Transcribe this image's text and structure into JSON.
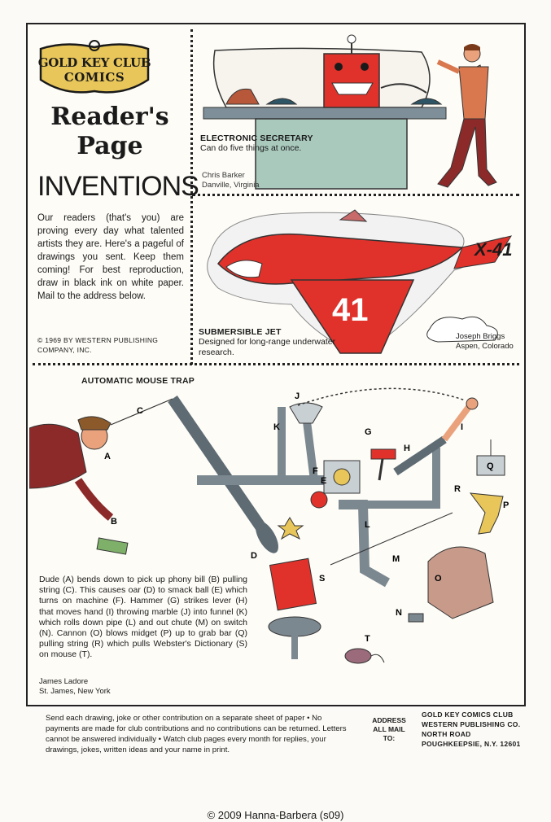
{
  "header": {
    "badge_line1": "GOLD KEY CLUB",
    "badge_line2": "COMICS",
    "title_line1": "Reader's",
    "title_line2": "Page",
    "section": "INVENTIONS"
  },
  "intro_text": "Our readers (that's you) are proving every day what talented artists they are. Here's a pageful of drawings you sent. Keep them coming! For best reproduction, draw in black ink on white paper. Mail to the address below.",
  "copyright_small": "© 1969 BY WESTERN PUBLISHING COMPANY, INC.",
  "inventions": [
    {
      "title": "ELECTRONIC SECRETARY",
      "desc": "Can do five things at once.",
      "credit_name": "Chris Barker",
      "credit_place": "Danville, Virginia"
    },
    {
      "title": "SUBMERSIBLE JET",
      "desc": "Designed for long-range underwater research.",
      "credit_name": "Joseph Briggs",
      "credit_place": "Aspen, Colorado",
      "plane_mark_side": "X-41",
      "plane_mark_wing": "41"
    },
    {
      "title": "AUTOMATIC MOUSE TRAP",
      "desc": "Dude (A) bends down to pick up phony bill (B) pulling string (C). This causes oar (D) to smack ball (E) which turns on machine (F). Hammer (G) strikes lever (H) that moves hand (I) throwing marble (J) into funnel (K) which rolls down pipe (L) and out chute (M) on switch (N). Cannon (O) blows midget (P) up to grab bar (Q) pulling string (R) which pulls Webster's Dictionary (S) on mouse (T).",
      "credit_name": "James Ladore",
      "credit_place": "St. James, New York",
      "labels": [
        "A",
        "B",
        "C",
        "D",
        "E",
        "F",
        "G",
        "H",
        "I",
        "J",
        "K",
        "L",
        "M",
        "N",
        "O",
        "P",
        "Q",
        "R",
        "S",
        "T"
      ]
    }
  ],
  "footer": {
    "text": "Send each drawing, joke or other contribution on a separate sheet of paper • No payments are made for club contributions and no contributions can be returned. Letters cannot be answered individually • Watch club pages every month for replies, your drawings, jokes, written ideas and your name in print.",
    "address_label": "ADDRESS ALL MAIL TO:",
    "address_lines": [
      "GOLD KEY COMICS CLUB",
      "WESTERN PUBLISHING CO.",
      "NORTH ROAD",
      "POUGHKEEPSIE, N.Y. 12601"
    ]
  },
  "bottom_copyright": "© 2009 Hanna-Barbera (s09)",
  "colors": {
    "red": "#e0322b",
    "gold": "#e8c65a",
    "teal": "#a9c9bd",
    "ink": "#1a1a1a"
  }
}
